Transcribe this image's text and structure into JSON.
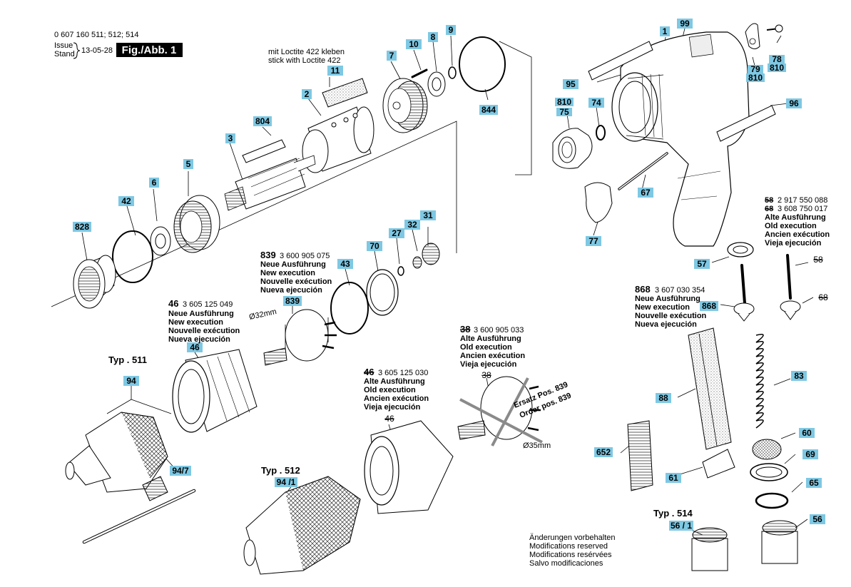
{
  "header": {
    "part_numbers": "0 607 160 511; 512; 514",
    "issue_label": "Issue",
    "stand_label": "Stand",
    "date": "13-05-28",
    "figure_label": "Fig./Abb. 1"
  },
  "notes": {
    "loctite_de": "mit Loctite 422 kleben",
    "loctite_en": "stick with Loctite 422",
    "changes": [
      "Änderungen vorbehalten",
      "Modifications reserved",
      "Modifications resérvées",
      "Salvo modificaciones"
    ],
    "ersatz": "Ersatz Pos. 839",
    "order": "Order pos. 839",
    "dia32": "Ø32mm",
    "dia35": "Ø35mm"
  },
  "blocks": {
    "b58": {
      "line1": "2 917 550 088",
      "line2": "3 608 750 017",
      "lines": [
        "Alte Ausführung",
        "Old execution",
        "Ancien exécution",
        "Vieja ejecución"
      ]
    },
    "b839": {
      "num": "839",
      "pn": "3 600 905 075",
      "lines": [
        "Neue Ausführung",
        "New execution",
        "Nouvelle exécution",
        "Nueva ejecución"
      ]
    },
    "b46": {
      "num": "46",
      "pn": "3 605 125 049",
      "lines": [
        "Neue Ausführung",
        "New execution",
        "Nouvelle exécution",
        "Nueva ejecución"
      ]
    },
    "b868": {
      "num": "868",
      "pn": "3 607 030 354",
      "lines": [
        "Neue Ausführung",
        "New execution",
        "Nouvelle exécution",
        "Nueva ejecución"
      ]
    },
    "b38": {
      "num": "38",
      "pn": "3 600 905 033",
      "lines": [
        "Alte Ausführung",
        "Old execution",
        "Ancien exécution",
        "Vieja ejecución"
      ]
    },
    "b46old": {
      "num": "46",
      "pn": "3 605 125 030",
      "lines": [
        "Alte Ausführung",
        "Old execution",
        "Ancien exécution",
        "Vieja ejecución"
      ]
    }
  },
  "types": {
    "t511": "Typ . 511",
    "t512": "Typ . 512",
    "t514": "Typ . 514"
  },
  "labels": [
    {
      "id": "p1",
      "text": "1"
    },
    {
      "id": "p99",
      "text": "99"
    },
    {
      "id": "p95",
      "text": "95"
    },
    {
      "id": "p96",
      "text": "96"
    },
    {
      "id": "p78",
      "text": "78"
    },
    {
      "id": "p810a",
      "text": "810"
    },
    {
      "id": "p79",
      "text": "79"
    },
    {
      "id": "p810b",
      "text": "810"
    },
    {
      "id": "p810c",
      "text": "810"
    },
    {
      "id": "p75",
      "text": "75"
    },
    {
      "id": "p74",
      "text": "74"
    },
    {
      "id": "p67",
      "text": "67"
    },
    {
      "id": "p77",
      "text": "77"
    },
    {
      "id": "p844",
      "text": "844"
    },
    {
      "id": "p9",
      "text": "9"
    },
    {
      "id": "p8",
      "text": "8"
    },
    {
      "id": "p10",
      "text": "10"
    },
    {
      "id": "p7",
      "text": "7"
    },
    {
      "id": "p11",
      "text": "11"
    },
    {
      "id": "p2",
      "text": "2"
    },
    {
      "id": "p804",
      "text": "804"
    },
    {
      "id": "p3",
      "text": "3"
    },
    {
      "id": "p5",
      "text": "5"
    },
    {
      "id": "p6",
      "text": "6"
    },
    {
      "id": "p42",
      "text": "42"
    },
    {
      "id": "p828",
      "text": "828"
    },
    {
      "id": "p31",
      "text": "31"
    },
    {
      "id": "p32",
      "text": "32"
    },
    {
      "id": "p27",
      "text": "27"
    },
    {
      "id": "p70",
      "text": "70"
    },
    {
      "id": "p43",
      "text": "43"
    },
    {
      "id": "p839b",
      "text": "839"
    },
    {
      "id": "p46b",
      "text": "46"
    },
    {
      "id": "p94",
      "text": "94"
    },
    {
      "id": "p947",
      "text": "94/7"
    },
    {
      "id": "p941",
      "text": "94 /1"
    },
    {
      "id": "p57",
      "text": "57"
    },
    {
      "id": "p58s",
      "text": "58"
    },
    {
      "id": "p868b",
      "text": "868"
    },
    {
      "id": "p68s",
      "text": "68"
    },
    {
      "id": "p83",
      "text": "83"
    },
    {
      "id": "p88",
      "text": "88"
    },
    {
      "id": "p60",
      "text": "60"
    },
    {
      "id": "p652",
      "text": "652"
    },
    {
      "id": "p69",
      "text": "69"
    },
    {
      "id": "p61",
      "text": "61"
    },
    {
      "id": "p65",
      "text": "65"
    },
    {
      "id": "p561",
      "text": "56 / 1"
    },
    {
      "id": "p56",
      "text": "56"
    },
    {
      "id": "p38b",
      "text": "38"
    },
    {
      "id": "p46c",
      "text": "46"
    }
  ],
  "colors": {
    "label_fill": "#7ec8e3",
    "figure_box": "#000000",
    "strike_x": "#8a8a8a"
  }
}
